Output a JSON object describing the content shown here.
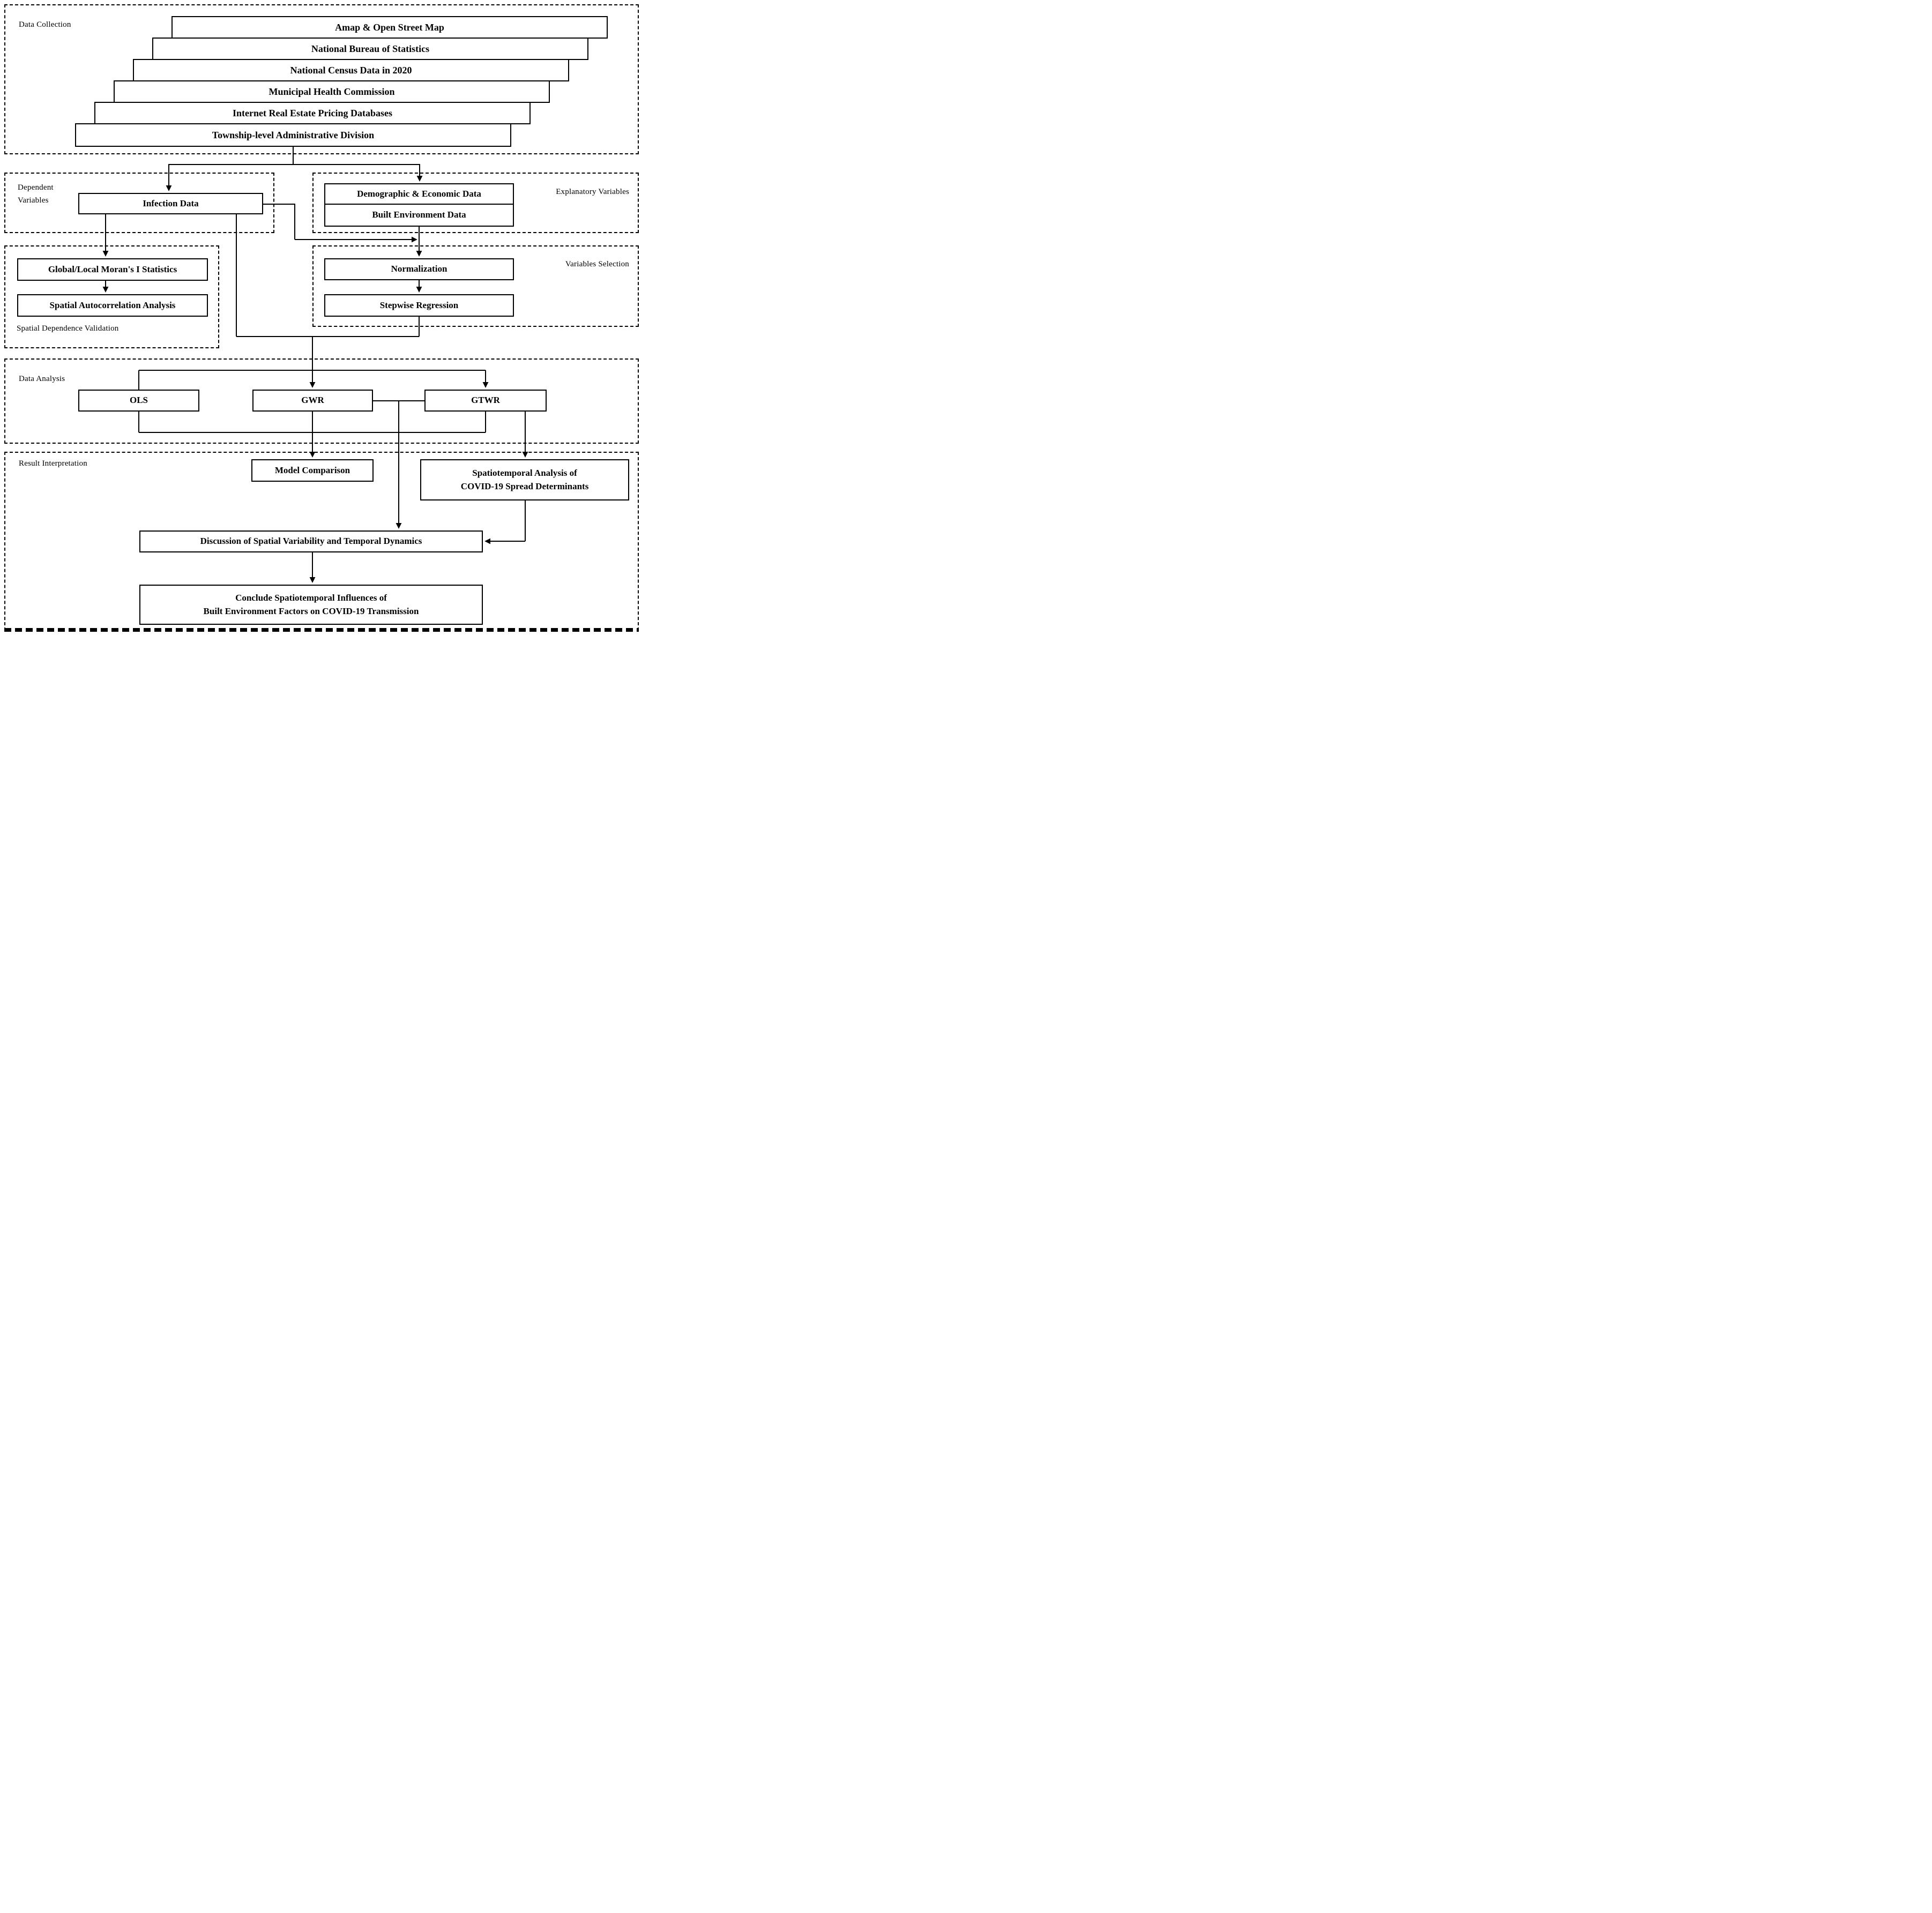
{
  "data_collection": {
    "label": "Data Collection",
    "sources": [
      "Amap & Open Street Map",
      "National Bureau of Statistics",
      "National Census Data in 2020",
      "Municipal Health Commission",
      "Internet Real Estate Pricing Databases",
      "Township-level Administrative Division"
    ]
  },
  "dependent": {
    "label_line1": "Dependent",
    "label_line2": "Variables",
    "box": "Infection Data"
  },
  "explanatory": {
    "label": "Explanatory Variables",
    "boxes": [
      "Demographic & Economic Data",
      "Built Environment Data"
    ]
  },
  "validation": {
    "label": "Spatial Dependence Validation",
    "boxes": [
      "Global/Local Moran's I Statistics",
      "Spatial Autocorrelation Analysis"
    ]
  },
  "selection": {
    "label": "Variables Selection",
    "boxes": [
      "Normalization",
      "Stepwise Regression"
    ]
  },
  "analysis": {
    "label": "Data Analysis",
    "models": [
      "OLS",
      "GWR",
      "GTWR"
    ]
  },
  "results": {
    "label": "Result Interpretation",
    "model_comparison": "Model Comparison",
    "spatiotemporal": {
      "line1": "Spatiotemporal Analysis of",
      "line2": "COVID-19 Spread Determinants"
    },
    "discussion": "Discussion of Spatial Variability and Temporal Dynamics",
    "conclusion": {
      "line1": "Conclude Spatiotemporal Influences of",
      "line2": "Built Environment Factors on COVID-19 Transmission"
    }
  }
}
